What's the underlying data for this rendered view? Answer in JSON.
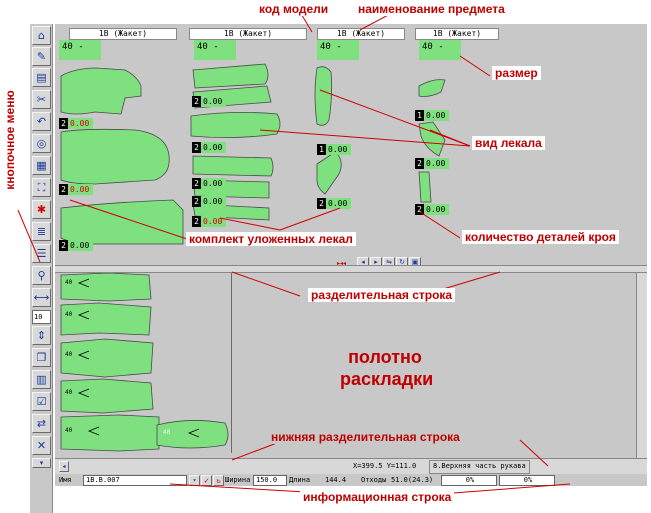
{
  "annotations": {
    "model_code": "код модели",
    "item_name": "наименование предмета",
    "size": "размер",
    "pattern_view": "вид лекала",
    "button_menu": "кнопочное меню",
    "placed_set": "комплект уложенных лекал",
    "parts_count": "количество деталей кроя",
    "split_row": "разделительная строка",
    "canvas_line1": "полотно",
    "canvas_line2": "раскладки",
    "bottom_split_row": "нижняя разделительная строка",
    "info_row": "информационная строка"
  },
  "columns": [
    {
      "header": "1В (Жакет)",
      "size": "40 -"
    },
    {
      "header": "1В (Жакет)",
      "size": "40 -"
    },
    {
      "header": "1В (Жакет)",
      "size": "40 -"
    },
    {
      "header": "1В (Жакет)",
      "size": "40 -"
    }
  ],
  "quantities": {
    "c1_a": {
      "n": "2",
      "v": "0.00"
    },
    "c1_b": {
      "n": "2",
      "v": "0.00"
    },
    "c1_c": {
      "n": "2",
      "v": "0.00"
    },
    "c2_a": {
      "n": "2",
      "v": "0.00"
    },
    "c2_b": {
      "n": "2",
      "v": "0.00"
    },
    "c2_c": {
      "n": "2",
      "v": "0.00"
    },
    "c2_d": {
      "n": "2",
      "v": "0.00"
    },
    "c2_e": {
      "n": "2",
      "v": "0.00"
    },
    "c3_a": {
      "n": "1",
      "v": "0.00"
    },
    "c3_b": {
      "n": "2",
      "v": "0.00"
    },
    "c4_a": {
      "n": "1",
      "v": "0.00"
    },
    "c4_b": {
      "n": "2",
      "v": "0.00"
    },
    "c4_c": {
      "n": "2",
      "v": "0.00"
    }
  },
  "toolbar": {
    "spin_value": "10"
  },
  "piece_label": "40",
  "info": {
    "name_label": "Имя",
    "name_value": "1В.В.007",
    "width_label": "Ширина",
    "width_value": "150.0",
    "length_label": "Длина",
    "length_value": "144.4",
    "waste_label": "Отходы",
    "waste_value": "51.0(24.3)",
    "pct1": "0%",
    "pct2": "0%"
  },
  "statusbar": {
    "coords": "X=399.5 Y=111.0",
    "piece": "8.Верхняя часть рукава"
  },
  "colors": {
    "pattern_fill": "#7ee07e",
    "annotation": "#c00000",
    "panel": "#c8c8c8"
  }
}
